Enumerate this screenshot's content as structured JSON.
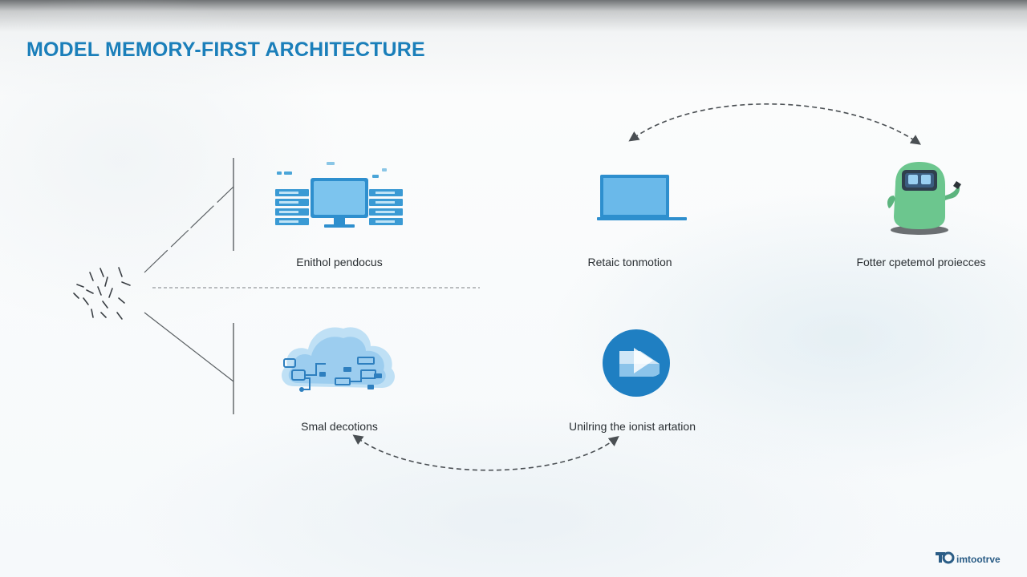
{
  "slide": {
    "title": "MODEL MEMORY-FIRST ARCHITECTURE"
  },
  "nodes": [
    {
      "id": "servers",
      "label": "Enithol pendocus",
      "icon": "server-monitor-icon"
    },
    {
      "id": "laptop",
      "label": "Retaic tonmotion",
      "icon": "laptop-icon"
    },
    {
      "id": "robot",
      "label": "Fotter cpetemol proiecces",
      "icon": "robot-icon"
    },
    {
      "id": "cloud",
      "label": "Smal decotions",
      "icon": "cloud-network-icon"
    },
    {
      "id": "play",
      "label": "Unilring the ionist artation",
      "icon": "play-circle-icon"
    }
  ],
  "footer": {
    "logo_text": "imtootrve"
  },
  "colors": {
    "title": "#1b7fba",
    "accent_blue": "#2a8fd0",
    "robot_green": "#6cc68e",
    "connector": "#4a4f53"
  }
}
